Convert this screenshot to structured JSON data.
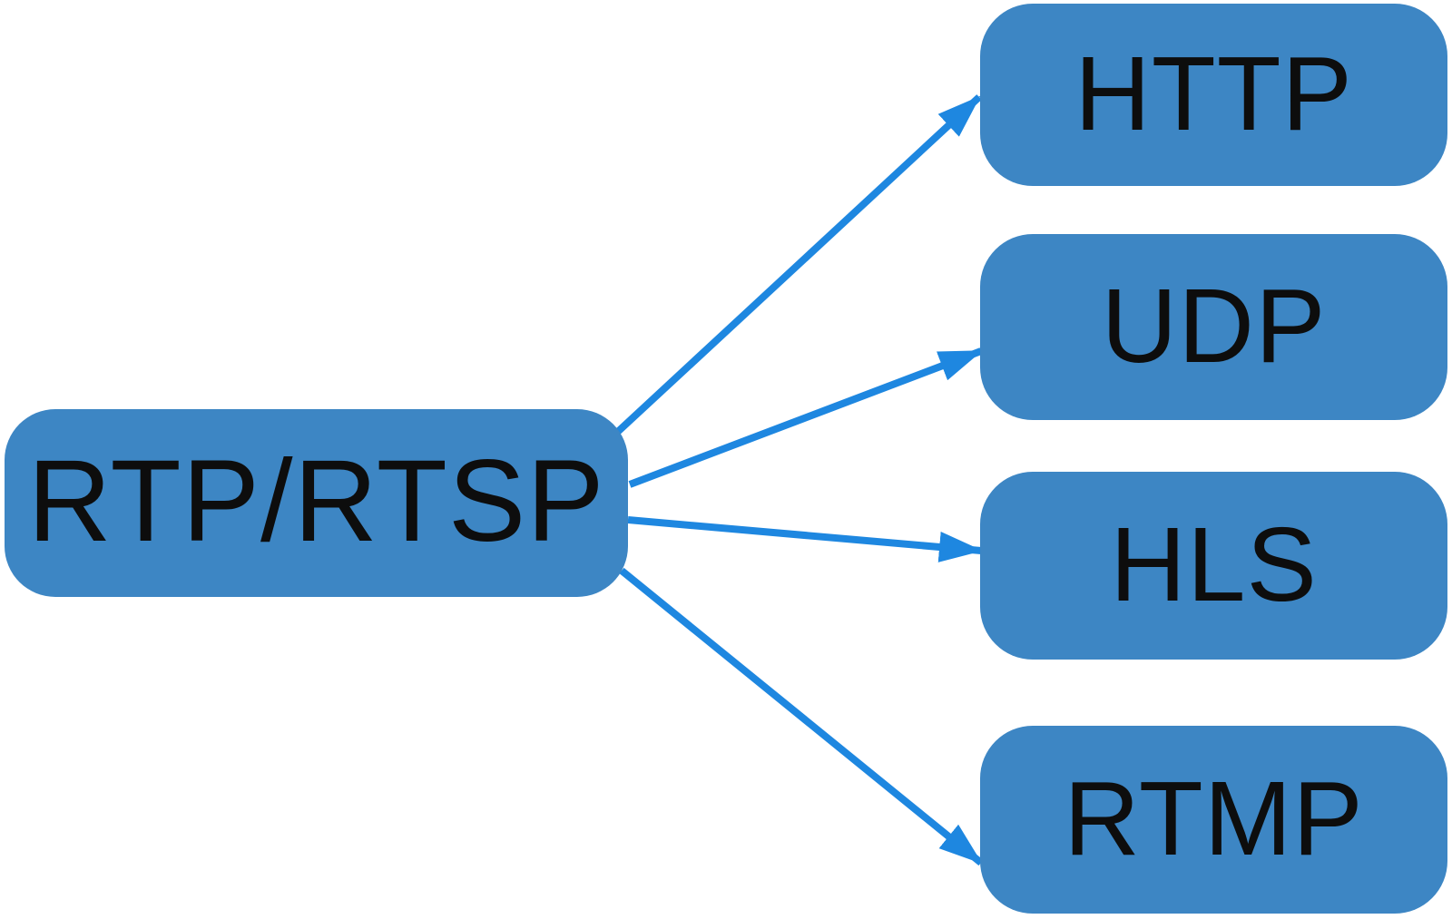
{
  "diagram": {
    "type": "flow",
    "source": {
      "id": "rtp-rtsp",
      "label": "RTP/RTSP"
    },
    "targets": [
      {
        "id": "http",
        "label": "HTTP"
      },
      {
        "id": "udp",
        "label": "UDP"
      },
      {
        "id": "hls",
        "label": "HLS"
      },
      {
        "id": "rtmp",
        "label": "RTMP"
      }
    ],
    "edges": [
      {
        "from": "rtp-rtsp",
        "to": "http"
      },
      {
        "from": "rtp-rtsp",
        "to": "udp"
      },
      {
        "from": "rtp-rtsp",
        "to": "hls"
      },
      {
        "from": "rtp-rtsp",
        "to": "rtmp"
      }
    ]
  },
  "colors": {
    "node_fill": "#3d86c4",
    "arrow": "#1e87e0",
    "text": "#0d0d0d",
    "background": "#ffffff"
  }
}
